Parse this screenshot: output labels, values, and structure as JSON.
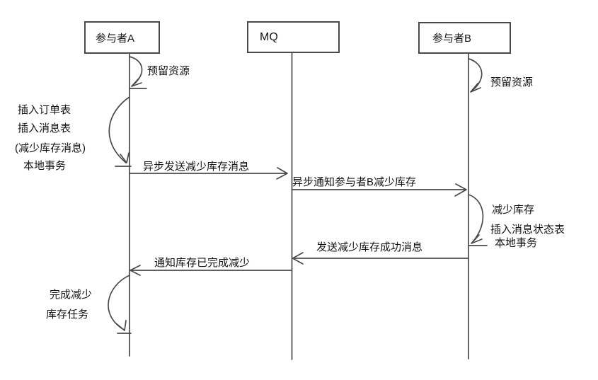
{
  "diagram": {
    "type": "sequence-diagram",
    "participants": [
      {
        "label": "参与者A"
      },
      {
        "label": "MQ"
      },
      {
        "label": "参与者B"
      }
    ],
    "messages": [
      {
        "from": "参与者A",
        "to": "MQ",
        "direction": "right",
        "label": "异步发送减少库存消息"
      },
      {
        "from": "MQ",
        "to": "参与者B",
        "direction": "right",
        "label": "异步通知参与者B减少库存"
      },
      {
        "from": "参与者B",
        "to": "MQ",
        "direction": "left",
        "label": "发送减少库存成功消息"
      },
      {
        "from": "MQ",
        "to": "参与者A",
        "direction": "left",
        "label": "通知库存已完成减少"
      }
    ],
    "self_actions": [
      {
        "participant": "参与者A",
        "label": "预留资源"
      },
      {
        "participant": "参与者B",
        "label": "预留资源"
      },
      {
        "participant": "参与者A",
        "lines": [
          "插入订单表",
          "插入消息表",
          "(减少库存消息)",
          "本地事务"
        ]
      },
      {
        "participant": "参与者B",
        "lines": [
          "减少库存",
          "插入消息状态表",
          "本地事务"
        ]
      },
      {
        "participant": "参与者A",
        "lines": [
          "完成减少",
          "库存任务"
        ]
      }
    ],
    "colors": {
      "line": "#4a4a4a",
      "text": "#141414",
      "background": "#ffffff"
    }
  }
}
